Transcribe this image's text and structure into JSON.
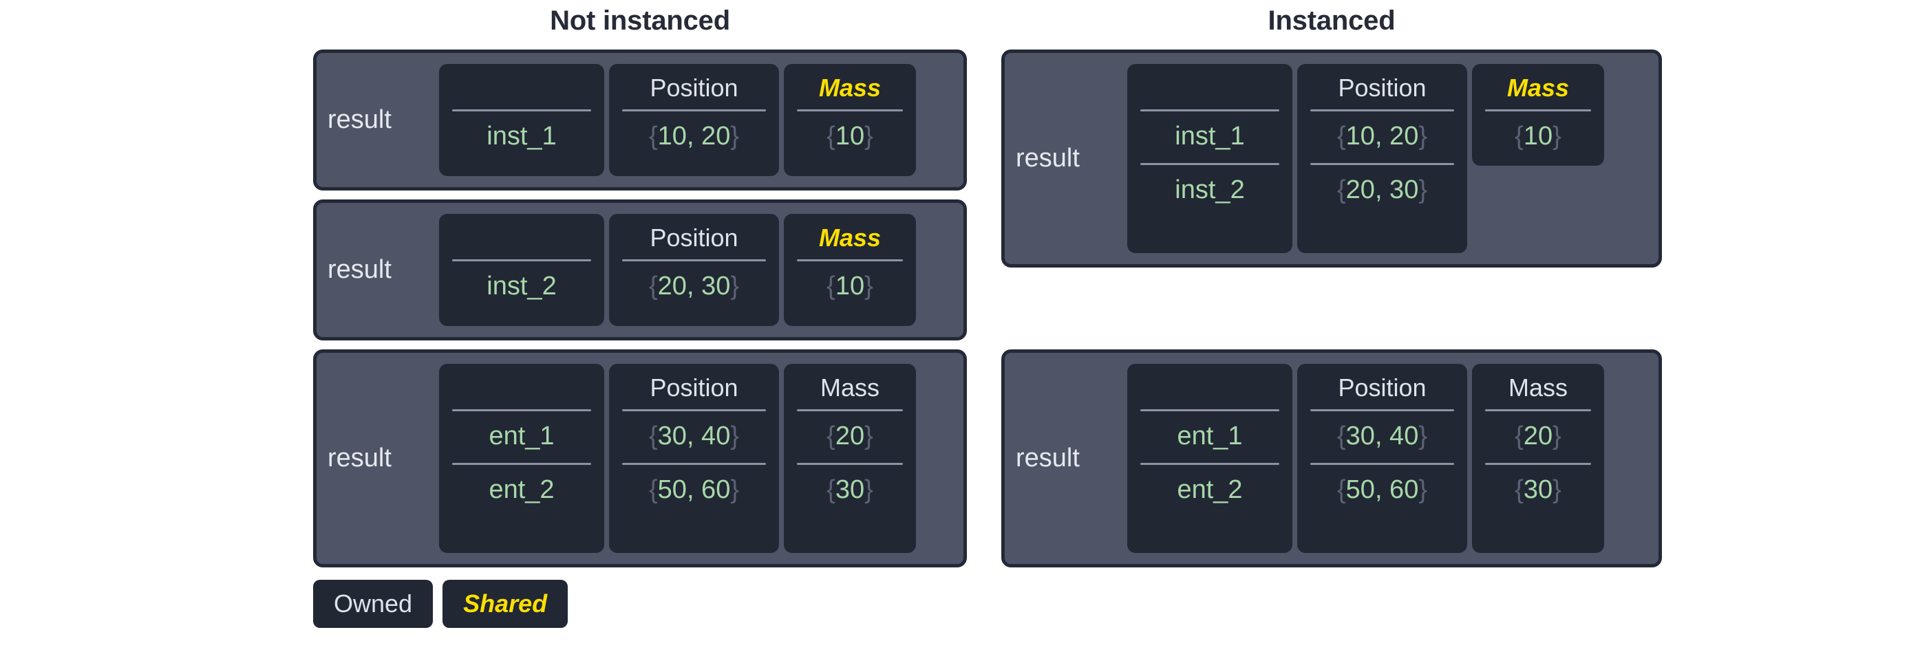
{
  "panels": [
    {
      "id": "not-instanced",
      "title": "Not instanced",
      "cards": [
        {
          "id": "not-inst-1",
          "result_label": "result",
          "columns": [
            {
              "id": "name",
              "header": "",
              "kind": "owned",
              "span_full": true,
              "cells": [
                {
                  "text": "inst_1",
                  "style": "plain"
                }
              ]
            },
            {
              "id": "position",
              "header": "Position",
              "kind": "owned",
              "span_full": true,
              "cells": [
                {
                  "text": "{10, 20}",
                  "style": "braced"
                }
              ]
            },
            {
              "id": "mass",
              "header": "Mass",
              "kind": "shared",
              "span_full": true,
              "cells": [
                {
                  "text": "{10}",
                  "style": "braced"
                }
              ]
            }
          ]
        },
        {
          "id": "not-inst-2",
          "result_label": "result",
          "columns": [
            {
              "id": "name",
              "header": "",
              "kind": "owned",
              "span_full": true,
              "cells": [
                {
                  "text": "inst_2",
                  "style": "plain"
                }
              ]
            },
            {
              "id": "position",
              "header": "Position",
              "kind": "owned",
              "span_full": true,
              "cells": [
                {
                  "text": "{20, 30}",
                  "style": "braced"
                }
              ]
            },
            {
              "id": "mass",
              "header": "Mass",
              "kind": "shared",
              "span_full": true,
              "cells": [
                {
                  "text": "{10}",
                  "style": "braced"
                }
              ]
            }
          ]
        },
        {
          "id": "not-inst-3",
          "result_label": "result",
          "columns": [
            {
              "id": "name",
              "header": "",
              "kind": "owned",
              "span_full": true,
              "cells": [
                {
                  "text": "ent_1",
                  "style": "plain"
                },
                {
                  "text": "ent_2",
                  "style": "plain"
                }
              ]
            },
            {
              "id": "position",
              "header": "Position",
              "kind": "owned",
              "span_full": true,
              "cells": [
                {
                  "text": "{30, 40}",
                  "style": "braced"
                },
                {
                  "text": "{50, 60}",
                  "style": "braced"
                }
              ]
            },
            {
              "id": "mass",
              "header": "Mass",
              "kind": "owned",
              "span_full": true,
              "cells": [
                {
                  "text": "{20}",
                  "style": "braced"
                },
                {
                  "text": "{30}",
                  "style": "braced"
                }
              ]
            }
          ]
        }
      ]
    },
    {
      "id": "instanced",
      "title": "Instanced",
      "cards": [
        {
          "id": "inst-1",
          "result_label": "result",
          "columns": [
            {
              "id": "name",
              "header": "",
              "kind": "owned",
              "span_full": true,
              "cells": [
                {
                  "text": "inst_1",
                  "style": "plain"
                },
                {
                  "text": "inst_2",
                  "style": "plain"
                }
              ]
            },
            {
              "id": "position",
              "header": "Position",
              "kind": "owned",
              "span_full": true,
              "cells": [
                {
                  "text": "{10, 20}",
                  "style": "braced"
                },
                {
                  "text": "{20, 30}",
                  "style": "braced"
                }
              ]
            },
            {
              "id": "mass",
              "header": "Mass",
              "kind": "shared",
              "span_full": false,
              "cells": [
                {
                  "text": "{10}",
                  "style": "braced"
                }
              ]
            }
          ]
        },
        {
          "id": "inst-2",
          "result_label": "result",
          "columns": [
            {
              "id": "name",
              "header": "",
              "kind": "owned",
              "span_full": true,
              "cells": [
                {
                  "text": "ent_1",
                  "style": "plain"
                },
                {
                  "text": "ent_2",
                  "style": "plain"
                }
              ]
            },
            {
              "id": "position",
              "header": "Position",
              "kind": "owned",
              "span_full": true,
              "cells": [
                {
                  "text": "{30, 40}",
                  "style": "braced"
                },
                {
                  "text": "{50, 60}",
                  "style": "braced"
                }
              ]
            },
            {
              "id": "mass",
              "header": "Mass",
              "kind": "owned",
              "span_full": true,
              "cells": [
                {
                  "text": "{20}",
                  "style": "braced"
                },
                {
                  "text": "{30}",
                  "style": "braced"
                }
              ]
            }
          ]
        }
      ]
    }
  ],
  "legend": {
    "owned_label": "Owned",
    "shared_label": "Shared"
  },
  "colors": {
    "page_background": "#ffffff",
    "card_background": "#4f5466",
    "card_border": "#242937",
    "cell_background": "#222734",
    "title_text": "#262b38",
    "owned_text": "#dfe3ea",
    "shared_text": "#ffe000",
    "value_text": "#a8d8a9",
    "brace_text": "#5b6275",
    "divider": "#8d93a3"
  }
}
